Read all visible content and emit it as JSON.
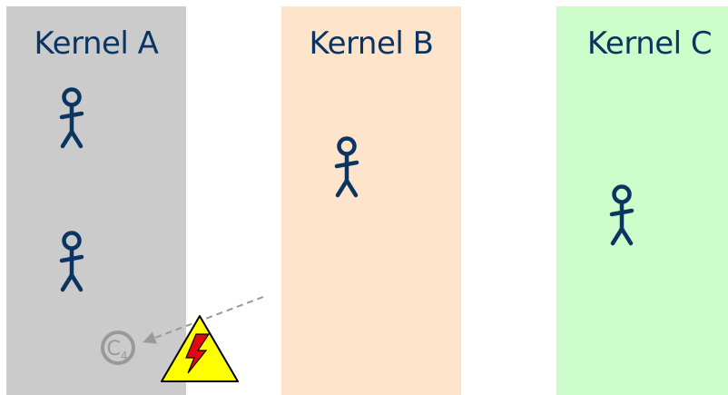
{
  "kernels": [
    {
      "title": "Kernel A",
      "bg": "#cbcbcb",
      "persons": 2
    },
    {
      "title": "Kernel B",
      "bg": "#fde4cb",
      "persons": 1
    },
    {
      "title": "Kernel C",
      "bg": "#cbfcc9",
      "persons": 1
    }
  ],
  "capability": {
    "letter": "C",
    "subscript": "4",
    "color": "#999999"
  },
  "warning": {
    "fill": "#ffff00",
    "bolt": "#e30613",
    "outline": "#000000"
  },
  "colors": {
    "text": "#0a3563"
  }
}
